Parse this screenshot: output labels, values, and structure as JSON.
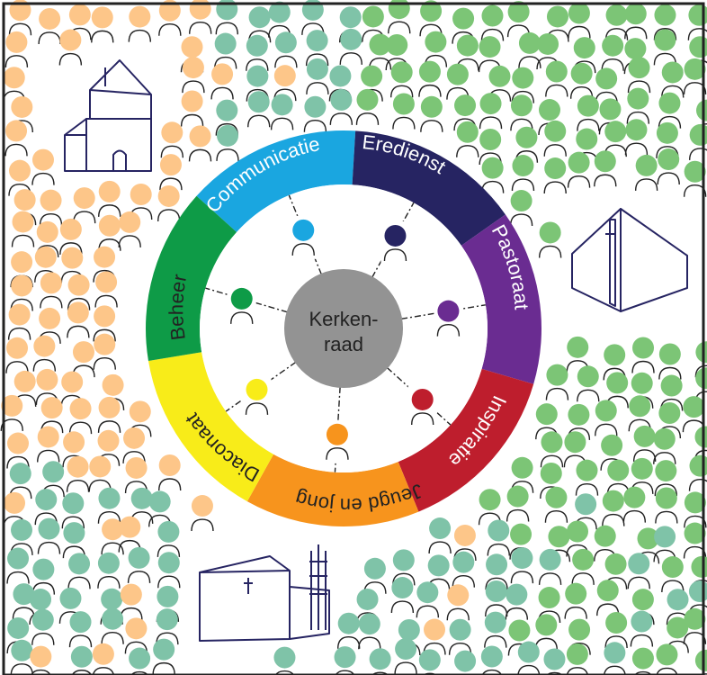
{
  "diagram": {
    "center_label_line1": "Kerken-",
    "center_label_line2": "raad",
    "center_color": "#939393",
    "segments": [
      {
        "label": "Communicatie",
        "color": "#1aa6e0",
        "text_color": "#ffffff"
      },
      {
        "label": "Eredienst",
        "color": "#262462",
        "text_color": "#ffffff"
      },
      {
        "label": "Pastoraat",
        "color": "#6a2c91",
        "text_color": "#ffffff"
      },
      {
        "label": "Inspiratie",
        "color": "#be1e2d",
        "text_color": "#ffffff"
      },
      {
        "label": "Jeugd en jong",
        "color": "#f7941d",
        "text_color": "#222222"
      },
      {
        "label": "Diaconaat",
        "color": "#f8ec19",
        "text_color": "#222222"
      },
      {
        "label": "Beheer",
        "color": "#0e9b47",
        "text_color": "#222222"
      }
    ],
    "crowd_colors": {
      "orange": "#fdc689",
      "green": "#7cc576",
      "teal": "#7fc3a8"
    },
    "buildings": [
      "old-church-tower",
      "modern-church",
      "church-with-bell-tower"
    ]
  }
}
